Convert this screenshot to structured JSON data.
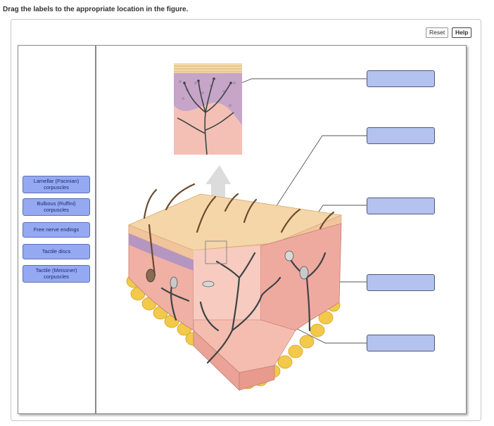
{
  "instruction": "Drag the labels to the appropriate location in the figure.",
  "toolbar": {
    "reset_label": "Reset",
    "help_label": "Help"
  },
  "labels": [
    "Lamellar (Pacinian) corpuscles",
    "Bulbous (Ruffini) corpuscles",
    "Free nerve endings",
    "Tactile discs",
    "Tactile (Meissner) corpuscles"
  ],
  "dropzones": [
    "",
    "",
    "",
    "",
    ""
  ],
  "colors": {
    "label_fill": "#95a9f2",
    "dropzone_fill": "#b3c2ee",
    "skin_pink": "#f2b7a8",
    "fat_yellow": "#f2c94a"
  },
  "figure": {
    "icon": "skin-cross-section-illustration"
  }
}
